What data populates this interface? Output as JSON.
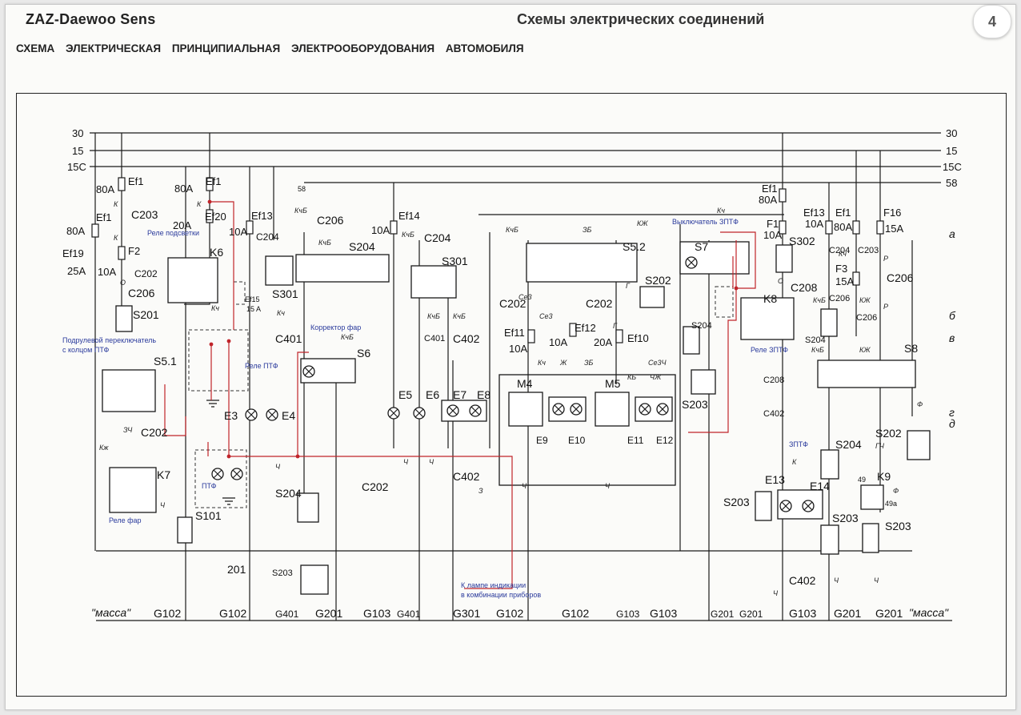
{
  "header": {
    "brand": "ZAZ-Daewoo   Sens",
    "title": "Схемы электрических соединений",
    "page_number": "4"
  },
  "subtitle": [
    "СХЕМА",
    "ЭЛЕКТРИЧЕСКАЯ",
    "ПРИНЦИПИАЛЬНАЯ",
    "ЭЛЕКТРООБОРУДОВАНИЯ",
    "АВТОМОБИЛЯ"
  ],
  "bus": {
    "b30": "30",
    "b15": "15",
    "b15c": "15C",
    "b58": "58"
  },
  "fuses": {
    "ef1_80a_left": "80A",
    "ef1_left": "Ef1",
    "ef1_80a_b": "80A",
    "ef1_b": "Ef1",
    "ef19": "Ef19",
    "ef19_rating": "25A",
    "f2": "F2",
    "f2_rating": "10A",
    "ef1_c": "Ef1",
    "ef1_c_rating": "80A",
    "ef20": "Ef20",
    "ef20_rating": "20A",
    "ef13": "Ef13",
    "ef13_rating": "10A",
    "ef14": "Ef14",
    "ef14_rating": "10A",
    "ef11": "Ef11",
    "ef11_rating": "10A",
    "ef12": "Ef12",
    "ef12_rating": "10A",
    "ef10": "Ef10",
    "ef10_rating": "20A",
    "ef1_r": "Ef1",
    "ef1_r_rating": "80A",
    "f1": "F1",
    "f1_rating": "10A",
    "ef13_r": "Ef13",
    "ef13_r_rating": "10A",
    "ef1_r2": "Ef1",
    "ef1_r2_rating": "80A",
    "f16": "F16",
    "f16_rating": "15A",
    "f3": "F3",
    "f3_rating": "15A",
    "ef15": "Ef15",
    "ef15_rating": "15 A"
  },
  "components": {
    "k6": "K6",
    "k7": "K7",
    "k8": "K8",
    "k9": "K9",
    "s201": "S201",
    "s5_1": "S5.1",
    "s301_a": "S301",
    "s301_b": "S301",
    "s204_a": "S204",
    "s204_b": "S204",
    "s204_c": "S204",
    "s204_d": "S204",
    "s6": "S6",
    "s5_2": "S5.2",
    "s7": "S7",
    "s202_a": "S202",
    "s202_b": "S202",
    "s203_a": "S203",
    "s203_b": "S203",
    "s203_c": "S203",
    "s203_d": "S203",
    "s203_e": "S203",
    "s302": "S302",
    "s8": "S8",
    "s101": "S101",
    "m4": "M4",
    "m5": "M5",
    "e3": "E3",
    "e4": "E4",
    "e5": "E5",
    "e6": "E6",
    "e7": "E7",
    "e8": "E8",
    "e9": "E9",
    "e10": "E10",
    "e11": "E11",
    "e12": "E12",
    "e13": "E13",
    "e14": "E14"
  },
  "connectors": {
    "c203": "C203",
    "c202_a": "C202",
    "c202_b": "C202",
    "c202_c": "C202",
    "c202_d": "C202",
    "c202_e": "C202",
    "c206_a": "C206",
    "c206_b": "C206",
    "c206_c": "C206",
    "c206_d": "C206",
    "c206_e": "C206",
    "c204_a": "C204",
    "c204_b": "C204",
    "c204_c": "C204",
    "c401_a": "C401",
    "c401_b": "C401",
    "c402_a": "C402",
    "c402_b": "C402",
    "c402_c": "C402",
    "c402_d": "C402",
    "c208_a": "C208",
    "c208_b": "C208",
    "c203_r": "C203",
    "c206_r": "C206"
  },
  "grounds": {
    "massa_left": "\"масса\"",
    "massa_right": "\"масса\"",
    "g102_a": "G102",
    "g102_b": "G102",
    "g102_c": "G102",
    "g102_d": "G102",
    "g401_a": "G401",
    "g401_b": "G401",
    "g201_a": "G201",
    "g201_b": "G201",
    "g201_c": "G201",
    "g201_d": "G201",
    "g201_e": "G201",
    "g103_a": "G103",
    "g103_b": "G103",
    "g103_c": "G103",
    "g103_d": "G103",
    "g301": "G301",
    "p201": "201"
  },
  "wire_colors": {
    "k": "К",
    "kch": "Кч",
    "kchb": "КчБ",
    "ch": "Ч",
    "kzh": "КЖ",
    "zb": "ЗБ",
    "z": "З",
    "se3": "Се3",
    "f": "Ф",
    "p": "Р",
    "o": "О",
    "g": "Г",
    "zch": "ЗЧ",
    "kb": "КБ",
    "chzh": "ЧЖ",
    "se3ch": "Се3Ч",
    "gch": "ГЧ",
    "zh": "Ж",
    "kzh_s": "Кж"
  },
  "outputs": {
    "a": "а",
    "b": "б",
    "v": "в",
    "g": "г",
    "d": "д"
  },
  "annotations": {
    "rele_podsvetki": "Реле подсветки",
    "podrulevoy_1": "Подрулевой переключатель",
    "podrulevoy_2": "с колцом ПТФ",
    "rele_ptf": "Реле ПТФ",
    "korrektor": "Корректор фар",
    "vykl_zptf": "Выключатель ЗПТФ",
    "rele_zptf": "Реле ЗПТФ",
    "zptf": "ЗПТФ",
    "ptf": "ПТФ",
    "rele_far": "Реле фар",
    "k_lampe_1": "К лампе индикации",
    "k_lampe_2": "в комбинации приборов"
  },
  "pins": {
    "p58": "58",
    "p49": "49",
    "p49a": "49а"
  },
  "colors": {
    "annotation": "#2a3a9c",
    "added_wire": "#c0242a",
    "wire": "#1a1a1a"
  }
}
